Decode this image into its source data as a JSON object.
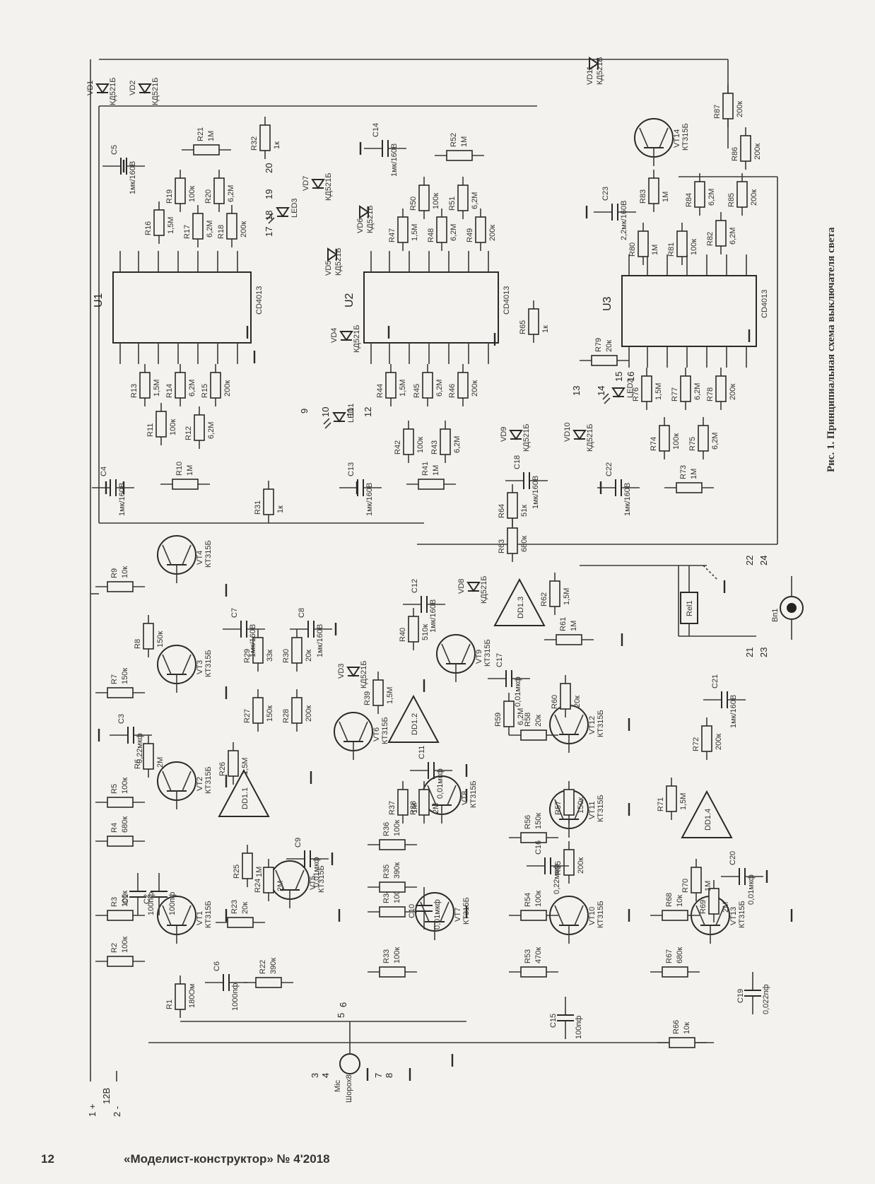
{
  "caption": "Рис. 1. Принципиальная схема выключателя света",
  "footer": {
    "page": "12",
    "magazine": "«Моделист-конструктор» № 4'2018"
  },
  "ics": [
    {
      "ref": "U1",
      "part": "CD4013"
    },
    {
      "ref": "U2",
      "part": "CD4013"
    },
    {
      "ref": "U3",
      "part": "CD4013"
    }
  ],
  "opamps": [
    {
      "ref": "DD1.1"
    },
    {
      "ref": "DD1.2"
    },
    {
      "ref": "DD1.3"
    },
    {
      "ref": "DD1.4"
    }
  ],
  "transistors": [
    {
      "ref": "VT1",
      "part": "КТ315Б"
    },
    {
      "ref": "VT2",
      "part": "КТ315Б"
    },
    {
      "ref": "VT3",
      "part": "КТ315Б"
    },
    {
      "ref": "VT4",
      "part": "КТ315Б"
    },
    {
      "ref": "VT5",
      "part": "КТ315Б"
    },
    {
      "ref": "VT6",
      "part": "КТ315Б"
    },
    {
      "ref": "VT7",
      "part": "КТ315Б"
    },
    {
      "ref": "VT8",
      "part": "КТ315Б"
    },
    {
      "ref": "VT9",
      "part": "КТ315Б"
    },
    {
      "ref": "VT10",
      "part": "КТ315Б"
    },
    {
      "ref": "VT11",
      "part": "КТ315Б"
    },
    {
      "ref": "VT12",
      "part": "КТ315Б"
    },
    {
      "ref": "VT13",
      "part": "КТ315Б"
    },
    {
      "ref": "VT14",
      "part": "КТ315Б"
    }
  ],
  "diodes": [
    {
      "ref": "VD1",
      "part": "КД521Б"
    },
    {
      "ref": "VD2",
      "part": "КД521Б"
    },
    {
      "ref": "VD3",
      "part": "КД521Б"
    },
    {
      "ref": "VD4",
      "part": "КД521Б"
    },
    {
      "ref": "VD5",
      "part": "КД521Б"
    },
    {
      "ref": "VD6",
      "part": "КД521Б"
    },
    {
      "ref": "VD7",
      "part": "КД521Б"
    },
    {
      "ref": "VD8",
      "part": "КД521Б"
    },
    {
      "ref": "VD9",
      "part": "КД521Б"
    },
    {
      "ref": "VD10",
      "part": "КД521Б"
    },
    {
      "ref": "VD11",
      "part": "КД521Б"
    }
  ],
  "leds": [
    {
      "ref": "LED1"
    },
    {
      "ref": "LED2"
    },
    {
      "ref": "LED3"
    }
  ],
  "resistors": [
    {
      "ref": "R1",
      "value": "180Ом"
    },
    {
      "ref": "R2",
      "value": "100к"
    },
    {
      "ref": "R3",
      "value": "100к"
    },
    {
      "ref": "R4",
      "value": "680к"
    },
    {
      "ref": "R5",
      "value": "100к"
    },
    {
      "ref": "R6",
      "value": "2М"
    },
    {
      "ref": "R7",
      "value": "150к"
    },
    {
      "ref": "R8",
      "value": "150к"
    },
    {
      "ref": "R9",
      "value": "10к"
    },
    {
      "ref": "R10",
      "value": "1М"
    },
    {
      "ref": "R11",
      "value": "100к"
    },
    {
      "ref": "R12",
      "value": "6,2М"
    },
    {
      "ref": "R13",
      "value": "1,5М"
    },
    {
      "ref": "R14",
      "value": "6,2М"
    },
    {
      "ref": "R15",
      "value": "200к"
    },
    {
      "ref": "R16",
      "value": "1,5М"
    },
    {
      "ref": "R17",
      "value": "6,2М"
    },
    {
      "ref": "R18",
      "value": "200к"
    },
    {
      "ref": "R19",
      "value": "100к"
    },
    {
      "ref": "R20",
      "value": "6,2М"
    },
    {
      "ref": "R21",
      "value": "1М"
    },
    {
      "ref": "R22",
      "value": "390к"
    },
    {
      "ref": "R23",
      "value": "20к"
    },
    {
      "ref": "R24",
      "value": "2М"
    },
    {
      "ref": "R25",
      "value": "1М"
    },
    {
      "ref": "R26",
      "value": "1,5М"
    },
    {
      "ref": "R27",
      "value": "150к"
    },
    {
      "ref": "R28",
      "value": "200к"
    },
    {
      "ref": "R29",
      "value": "33к"
    },
    {
      "ref": "R30",
      "value": "20к"
    },
    {
      "ref": "R31",
      "value": "1к"
    },
    {
      "ref": "R32",
      "value": "1к"
    },
    {
      "ref": "R33",
      "value": "100к"
    },
    {
      "ref": "R34",
      "value": "100к"
    },
    {
      "ref": "R35",
      "value": "390к"
    },
    {
      "ref": "R36",
      "value": "100к"
    },
    {
      "ref": "R37",
      "value": "1М"
    },
    {
      "ref": "R38",
      "value": "2М"
    },
    {
      "ref": "R39",
      "value": "1,5М"
    },
    {
      "ref": "R40",
      "value": "510к"
    },
    {
      "ref": "R41",
      "value": "1М"
    },
    {
      "ref": "R42",
      "value": "100к"
    },
    {
      "ref": "R43",
      "value": "6,2М"
    },
    {
      "ref": "R44",
      "value": "1,5М"
    },
    {
      "ref": "R45",
      "value": "6,2М"
    },
    {
      "ref": "R46",
      "value": "200к"
    },
    {
      "ref": "R47",
      "value": "1,5М"
    },
    {
      "ref": "R48",
      "value": "6,2М"
    },
    {
      "ref": "R49",
      "value": "200к"
    },
    {
      "ref": "R50",
      "value": "100к"
    },
    {
      "ref": "R51",
      "value": "6,2М"
    },
    {
      "ref": "R52",
      "value": "1М"
    },
    {
      "ref": "R53",
      "value": "470к"
    },
    {
      "ref": "R54",
      "value": "100к"
    },
    {
      "ref": "R55",
      "value": "200к"
    },
    {
      "ref": "R56",
      "value": "150к"
    },
    {
      "ref": "R57",
      "value": "150к"
    },
    {
      "ref": "R58",
      "value": "20к"
    },
    {
      "ref": "R59",
      "value": "6,2М"
    },
    {
      "ref": "R60",
      "value": "20к"
    },
    {
      "ref": "R61",
      "value": "1М"
    },
    {
      "ref": "R62",
      "value": "1,5М"
    },
    {
      "ref": "R63",
      "value": "680к"
    },
    {
      "ref": "R64",
      "value": "51к"
    },
    {
      "ref": "R65",
      "value": "1к"
    },
    {
      "ref": "R66",
      "value": "10к"
    },
    {
      "ref": "R67",
      "value": "680к"
    },
    {
      "ref": "R68",
      "value": "10к"
    },
    {
      "ref": "R69",
      "value": "2М"
    },
    {
      "ref": "R70",
      "value": "1М"
    },
    {
      "ref": "R71",
      "value": "1,5М"
    },
    {
      "ref": "R72",
      "value": "200к"
    },
    {
      "ref": "R73",
      "value": "1М"
    },
    {
      "ref": "R74",
      "value": "100к"
    },
    {
      "ref": "R75",
      "value": "6,2М"
    },
    {
      "ref": "R76",
      "value": "1,5М"
    },
    {
      "ref": "R77",
      "value": "6,2М"
    },
    {
      "ref": "R78",
      "value": "200к"
    },
    {
      "ref": "R79",
      "value": "20к"
    },
    {
      "ref": "R80",
      "value": "1М"
    },
    {
      "ref": "R81",
      "value": "100к"
    },
    {
      "ref": "R82",
      "value": "6,2М"
    },
    {
      "ref": "R83",
      "value": "1М"
    },
    {
      "ref": "R84",
      "value": "6,2М"
    },
    {
      "ref": "R85",
      "value": "200к"
    },
    {
      "ref": "R86",
      "value": "200к"
    },
    {
      "ref": "R87",
      "value": "200к"
    }
  ],
  "capacitors": [
    {
      "ref": "C1",
      "value": "100пф"
    },
    {
      "ref": "C2",
      "value": "100пф"
    },
    {
      "ref": "C3",
      "value": "0,22мкф"
    },
    {
      "ref": "C4",
      "value": "1мк/160В"
    },
    {
      "ref": "C5",
      "value": "1мк/160В"
    },
    {
      "ref": "C6",
      "value": "1000пф"
    },
    {
      "ref": "C7",
      "value": "1мк/160В"
    },
    {
      "ref": "C8",
      "value": "1мк/160В"
    },
    {
      "ref": "C9",
      "value": "0,01мкф"
    },
    {
      "ref": "C10",
      "value": "0,01мкф"
    },
    {
      "ref": "C11",
      "value": "0,01мкф"
    },
    {
      "ref": "C12",
      "value": "1мк/160В"
    },
    {
      "ref": "C13",
      "value": "1мк/160В"
    },
    {
      "ref": "C14",
      "value": "1мк/160В"
    },
    {
      "ref": "C15",
      "value": "100пф"
    },
    {
      "ref": "C16",
      "value": "0,22мкф"
    },
    {
      "ref": "C17",
      "value": "0,01мкф"
    },
    {
      "ref": "C18",
      "value": "1мк/160В"
    },
    {
      "ref": "C19",
      "value": "0,022пф"
    },
    {
      "ref": "C20",
      "value": "0,01мкф"
    },
    {
      "ref": "C21",
      "value": "1мк/160В"
    },
    {
      "ref": "C22",
      "value": "1мк/160В"
    },
    {
      "ref": "C23",
      "value": "2,2мк/160В"
    }
  ],
  "relay": {
    "ref": "Rel1"
  },
  "buzzer": {
    "ref": "Вп1"
  },
  "mic": {
    "ref": "Mic",
    "name": "Шорох8"
  },
  "power": {
    "plus": "1 +",
    "voltage": "12В",
    "minus": "2 -"
  },
  "terminals": [
    "3",
    "4",
    "5",
    "6",
    "7",
    "8",
    "9",
    "10",
    "11",
    "12",
    "13",
    "14",
    "15",
    "16",
    "17",
    "18",
    "19",
    "20",
    "21",
    "22",
    "23",
    "24"
  ]
}
